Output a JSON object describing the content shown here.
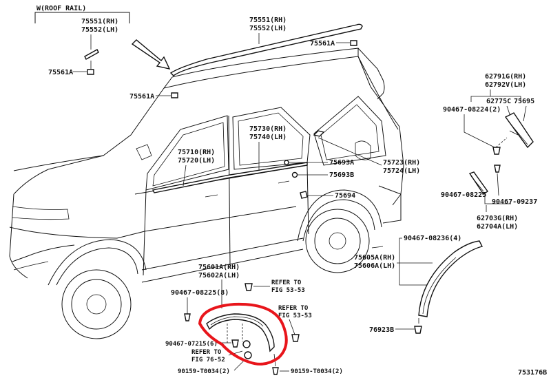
{
  "roof_rail": {
    "title": "W(ROOF RAIL)",
    "part_a_rh": "75551(RH)",
    "part_a_lh": "75552(LH)",
    "clip": "75561A"
  },
  "roof_main": {
    "part_rh": "75551(RH)",
    "part_lh": "75552(LH)",
    "clip_top": "75561A",
    "clip_bottom": "75561A"
  },
  "rear_spoiler": {
    "part_rh": "62791G(RH)",
    "part_lh": "62792V(LH)",
    "screw": "90467-08224(2)",
    "clip_a": "62775C",
    "part_b": "75695"
  },
  "quarter": {
    "screw_a": "90467-08225",
    "screw_b": "90467-09237",
    "part_rh": "62703G(RH)",
    "part_lh": "62704A(LH)"
  },
  "front_door": {
    "part_rh": "75710(RH)",
    "part_lh": "75720(LH)"
  },
  "rear_door": {
    "part_rh": "75730(RH)",
    "part_lh": "75740(LH)"
  },
  "rear_door_parts": {
    "clip_a": "75693A",
    "clip_b": "75693B",
    "emblem_rh": "75723(RH)",
    "emblem_lh": "75724(LH)",
    "plate": "75694"
  },
  "rear_fender": {
    "screw": "90467-08236(4)",
    "part_rh": "75605A(RH)",
    "part_lh": "75606A(LH)",
    "clip": "76923B"
  },
  "front_fender": {
    "part_rh": "75601A(RH)",
    "part_lh": "75602A(LH)",
    "screw_a": "90467-08225(8)",
    "screw_b": "90467-07215(6)",
    "ref_1_line1": "REFER TO",
    "ref_1_line2": "FIG 53-53",
    "ref_2_line1": "REFER TO",
    "ref_2_line2": "FIG 53-53",
    "ref_3_line1": "REFER TO",
    "ref_3_line2": "FIG 76-52",
    "nut_a": "90159-T0034(2)",
    "nut_b": "90159-T0034(2)"
  },
  "figure_code": "753176B",
  "colors": {
    "line": "#111111",
    "highlight": "#e8151b",
    "background": "#ffffff"
  }
}
